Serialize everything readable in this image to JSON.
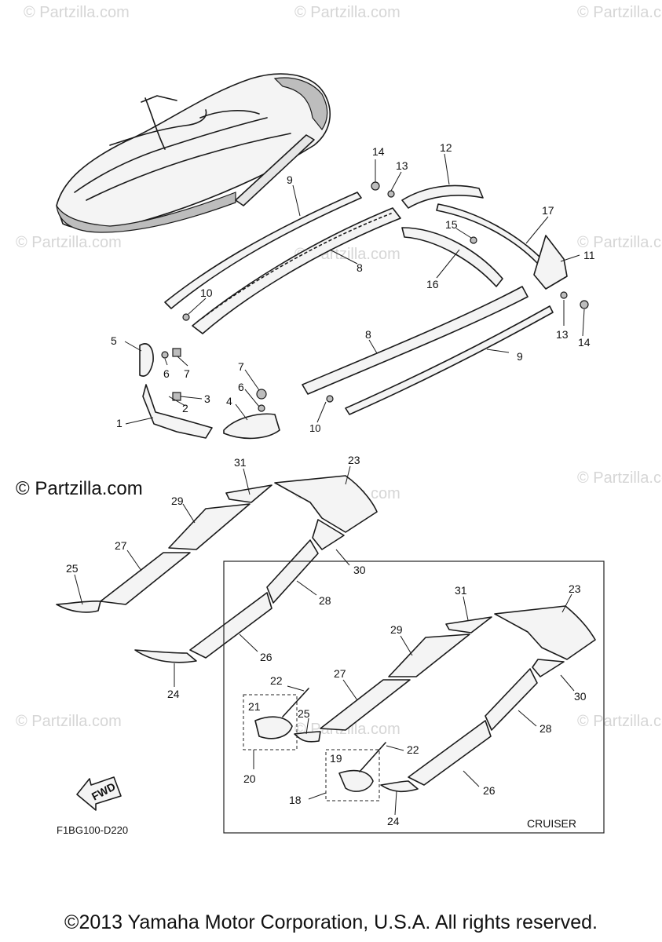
{
  "watermarks": {
    "text": "© Partzilla.com",
    "prominent": "© Partzilla.com"
  },
  "callouts": {
    "c1": "1",
    "c2": "2",
    "c3": "3",
    "c4": "4",
    "c5": "5",
    "c6a": "6",
    "c6b": "6",
    "c7a": "7",
    "c7b": "7",
    "c8a": "8",
    "c8b": "8",
    "c9a": "9",
    "c9b": "9",
    "c10a": "10",
    "c10b": "10",
    "c11": "11",
    "c12": "12",
    "c13a": "13",
    "c13b": "13",
    "c14a": "14",
    "c14b": "14",
    "c15": "15",
    "c16": "16",
    "c17": "17",
    "c18": "18",
    "c19": "19",
    "c20": "20",
    "c21": "21",
    "c22a": "22",
    "c22b": "22",
    "c23a": "23",
    "c23b": "23",
    "c24a": "24",
    "c24b": "24",
    "c25a": "25",
    "c25b": "25",
    "c26a": "26",
    "c26b": "26",
    "c27a": "27",
    "c27b": "27",
    "c28a": "28",
    "c28b": "28",
    "c29a": "29",
    "c29b": "29",
    "c30a": "30",
    "c30b": "30",
    "c31a": "31",
    "c31b": "31"
  },
  "fwd_label": "FWD",
  "diagram_code": "F1BG100-D220",
  "cruiser_label": "CRUISER",
  "copyright": "©2013 Yamaha Motor Corporation, U.S.A. All rights reserved."
}
